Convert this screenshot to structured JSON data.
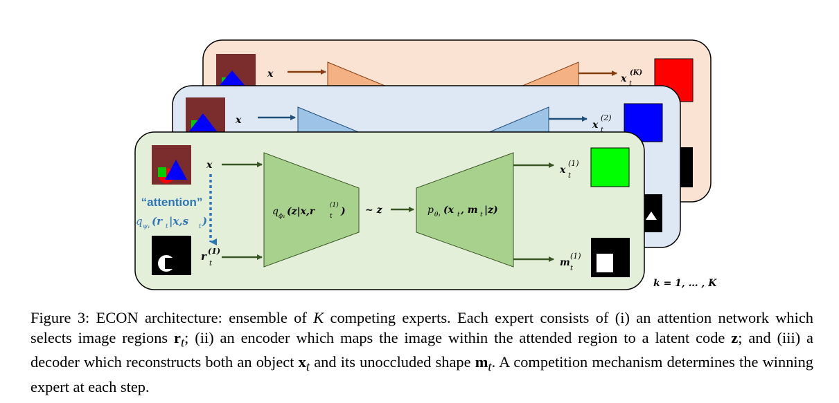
{
  "diagram": {
    "input_label": "x",
    "mask_label": "r",
    "mask_label_sup": "(1)",
    "mask_label_sub": "t",
    "attention_title": "“attention”",
    "attention_formula": "q",
    "attention_formula_sub": "ψ₁",
    "attention_formula_args": "(r",
    "attention_formula_args_sub": "t",
    "attention_formula_rest": "|x,s",
    "attention_formula_rest_sub": "t",
    "attention_formula_close": ")",
    "encoder": {
      "q": "q",
      "sub": "ϕ₁",
      "args": "(z|x,r",
      "args_sub": "t",
      "args_sup": "(1)",
      "close": ")"
    },
    "latent_label": "~ z",
    "decoder": {
      "p": "p",
      "sub": "θ₁",
      "args": "(x",
      "args_sub1": "t",
      "mid": ", m",
      "args_sub2": "t",
      "close": "|z)"
    },
    "outputs": [
      {
        "base": "x",
        "sup": "(K)",
        "sub": "t"
      },
      {
        "base": "x",
        "sup": "(2)",
        "sub": "t"
      },
      {
        "base": "x",
        "sup": "(1)",
        "sub": "t"
      },
      {
        "base": "m",
        "sup": "(1)",
        "sub": "t"
      }
    ],
    "k_range": "k = 1, … , K",
    "colors": {
      "expert_k_bg": "#fbe3d4",
      "expert_2_bg": "#dde8f4",
      "expert_1_bg": "#e3efd9",
      "expert_k_trap": "#f4b183",
      "expert_2_trap": "#9dc3e6",
      "expert_1_trap": "#a9d18e",
      "image_bg": "#7b2c2c",
      "attention_blue": "#2e75b6",
      "output_red": "#ff0000",
      "output_blue": "#0000ff",
      "output_green": "#00ff00"
    }
  },
  "caption": {
    "fig_label": "Figure 3:",
    "econ": "ECON",
    "part1": " architecture: ensemble of ",
    "K": "K",
    "part2": " competing experts. Each expert consists of (i) an attention network which selects image regions ",
    "r": "r",
    "r_sub": "t",
    "part3": "; (ii) an encoder which maps the image within the attended region to a latent code ",
    "z": "z",
    "part4": "; and (iii) a decoder which reconstructs both an object ",
    "x": "x",
    "x_sub": "t",
    "part5": " and its unoccluded shape ",
    "m": "m",
    "m_sub": "t",
    "part6": ". A competition mechanism determines the winning expert at each step."
  }
}
